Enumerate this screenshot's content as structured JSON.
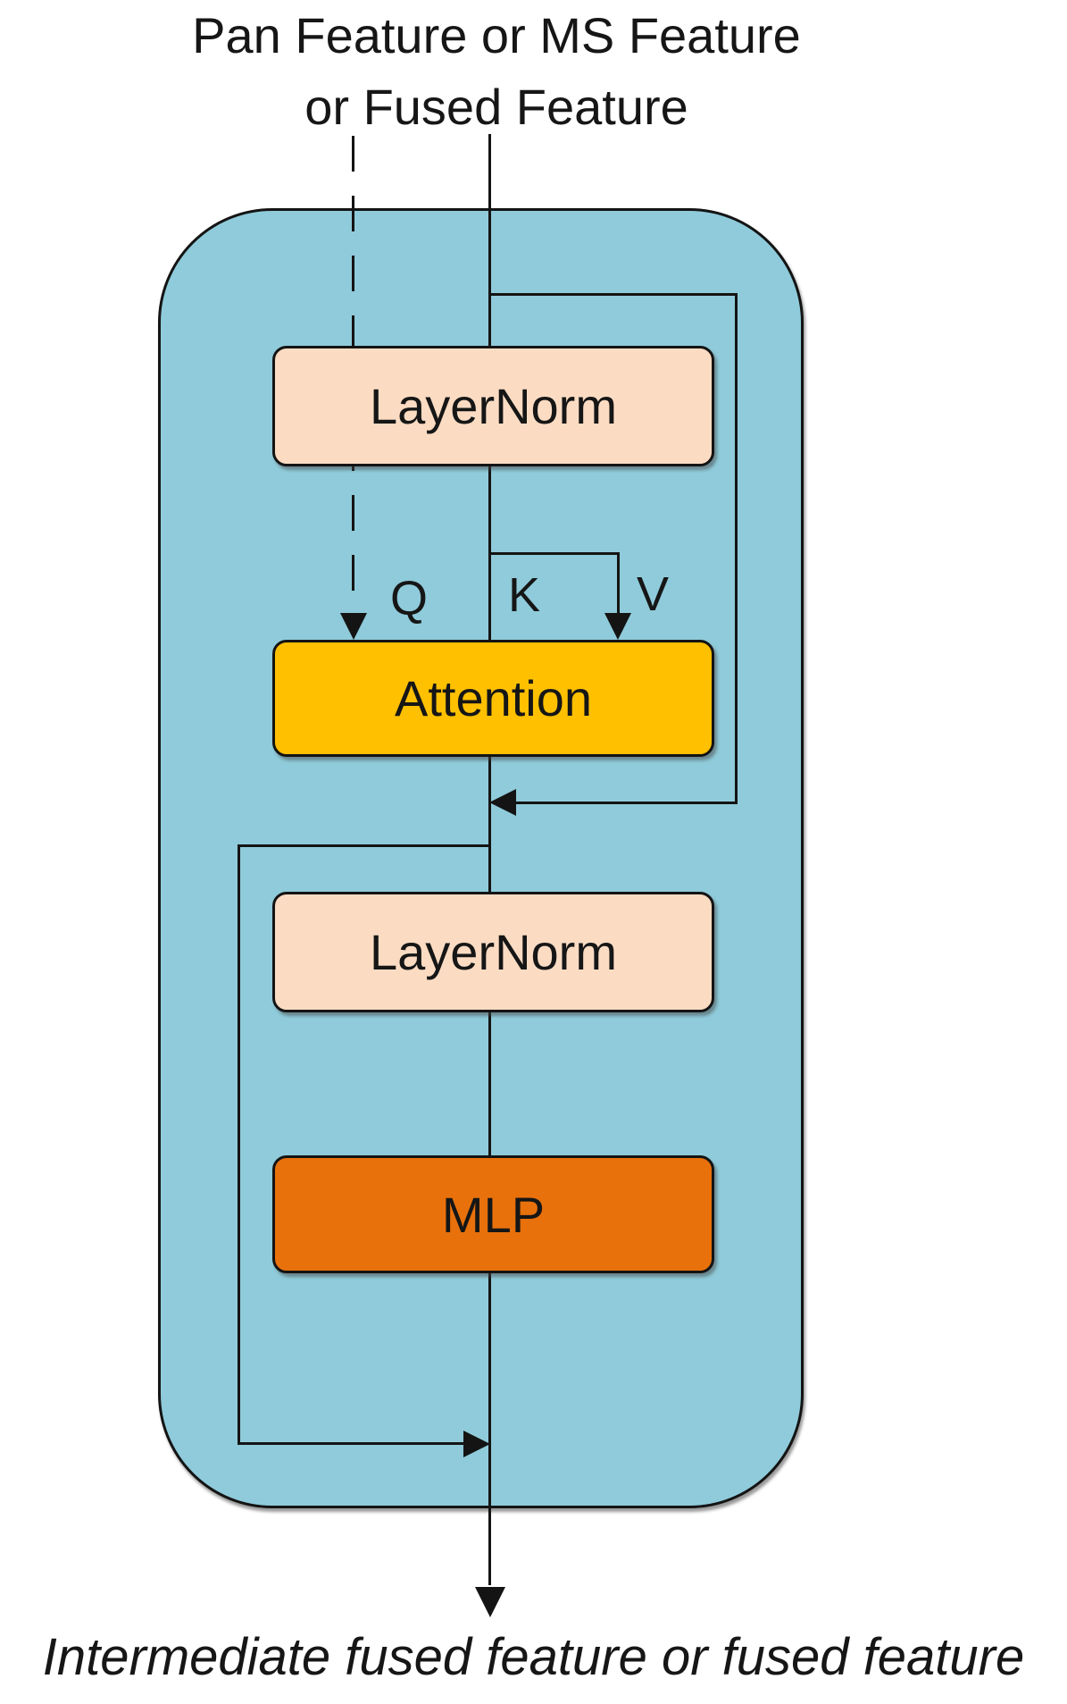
{
  "diagram": {
    "input_label_line1": "Pan Feature or MS Feature",
    "input_label_line2": "or Fused Feature",
    "output_label": "Intermediate fused feature or fused feature",
    "blocks": [
      {
        "id": "layernorm-1",
        "label": "LayerNorm",
        "fill": "#FBDCC3"
      },
      {
        "id": "attention",
        "label": "Attention",
        "fill": "#FFC000"
      },
      {
        "id": "layernorm-2",
        "label": "LayerNorm",
        "fill": "#FBDCC3"
      },
      {
        "id": "mlp",
        "label": "MLP",
        "fill": "#E8710C"
      }
    ],
    "attention_inputs": {
      "q": "Q",
      "k": "K",
      "v": "V"
    },
    "colors": {
      "container_fill": "#8FCBDA",
      "outline": "#141414",
      "layernorm_fill": "#FBDCC3",
      "attention_fill": "#FFC000",
      "mlp_fill": "#E8710C",
      "background": "#FFFFFF"
    }
  }
}
